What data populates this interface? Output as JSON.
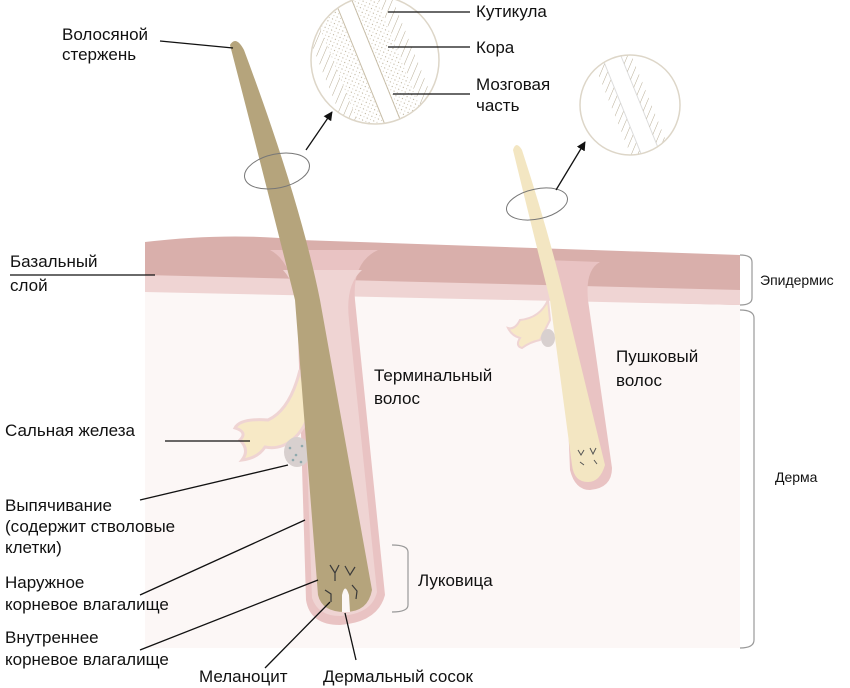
{
  "labels": {
    "hair_shaft": [
      "Волосяной",
      "стержень"
    ],
    "cuticle": "Кутикула",
    "cortex": "Кора",
    "medulla": [
      "Мозговая",
      "часть"
    ],
    "basal_layer": [
      "Базальный",
      "слой"
    ],
    "epidermis": "Эпидермис",
    "dermis": "Дерма",
    "terminal_hair": [
      "Терминальный",
      "волос"
    ],
    "vellus_hair": [
      "Пушковый",
      "волос"
    ],
    "sebaceous_gland": "Сальная железа",
    "bulge": [
      "Выпячивание",
      "(содержит стволовые",
      "клетки)"
    ],
    "outer_root_sheath": [
      "Наружное",
      "корневое влагалище"
    ],
    "inner_root_sheath": [
      "Внутреннее",
      "корневое влагалище"
    ],
    "bulb": "Луковица",
    "melanocyte": "Меланоцит",
    "dermal_papilla": "Дермальный сосок"
  },
  "colors": {
    "epidermis": "#d9afab",
    "basal": "#efd4d3",
    "dermis": "#fcf7f6",
    "terminal_hair": "#b5a47c",
    "vellus_hair": "#f3e6c2",
    "gland": "#f7e9c6"
  }
}
